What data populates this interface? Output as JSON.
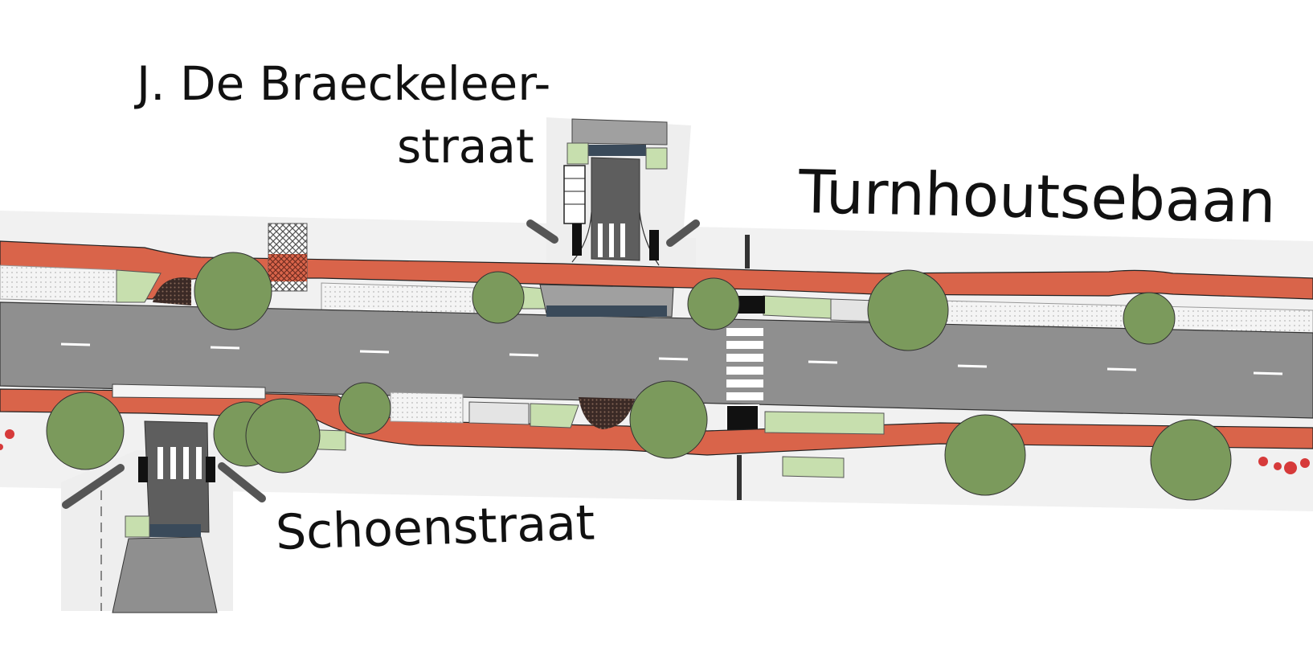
{
  "labels": {
    "braeckeleer_line1": "J. De Braeckeleer-",
    "braeckeleer_line2": "straat",
    "turnhoutsebaan": "Turnhoutsebaan",
    "schoenstraat": "Schoenstraat"
  },
  "colors": {
    "road": "#8f8f8f",
    "bike_lane": "#d9644a",
    "sidewalk": "#eeeeee",
    "green": "#c7dfae",
    "tree": "#7b9a5c",
    "side_street": "#5e5e5e"
  },
  "icons": [
    "tree-icon",
    "crosswalk",
    "bicycle-rack"
  ]
}
